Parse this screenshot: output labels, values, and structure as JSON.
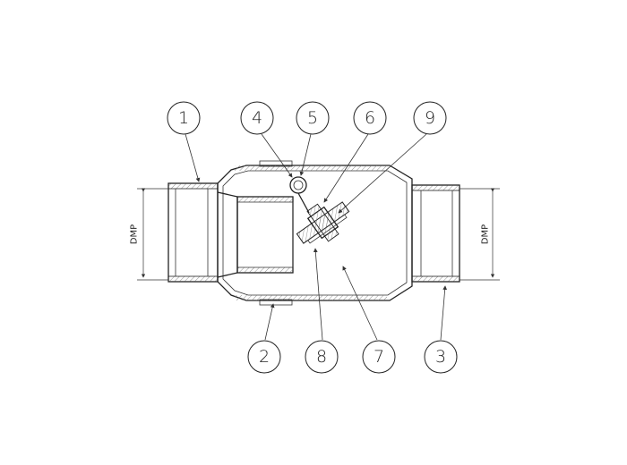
{
  "dimension_label": "DMP",
  "callouts": [
    "1",
    "2",
    "3",
    "4",
    "5",
    "6",
    "7",
    "8",
    "9"
  ]
}
